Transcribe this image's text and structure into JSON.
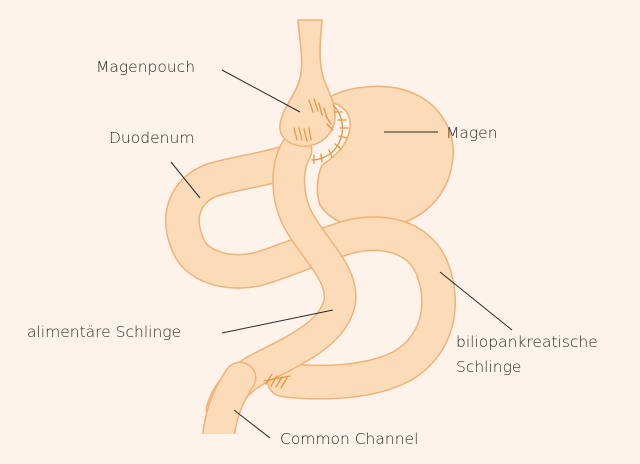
{
  "diagram": {
    "labels": {
      "magenpouch": "Magenpouch",
      "magen": "Magen",
      "duodenum": "Duodenum",
      "alimentaere_schlinge": "alimentäre Schlinge",
      "biliopankreatische_line1": "biliopankreatische",
      "biliopankreatische_line2": "Schlinge",
      "common_channel": "Common Channel"
    },
    "colors": {
      "background": "#fdf3ea",
      "tissue_fill": "#fcdcb8",
      "tissue_outline": "#f2b277",
      "staples": "#e8963f",
      "leader_lines": "#2a2a2a",
      "text": "#2b2b2b"
    }
  }
}
